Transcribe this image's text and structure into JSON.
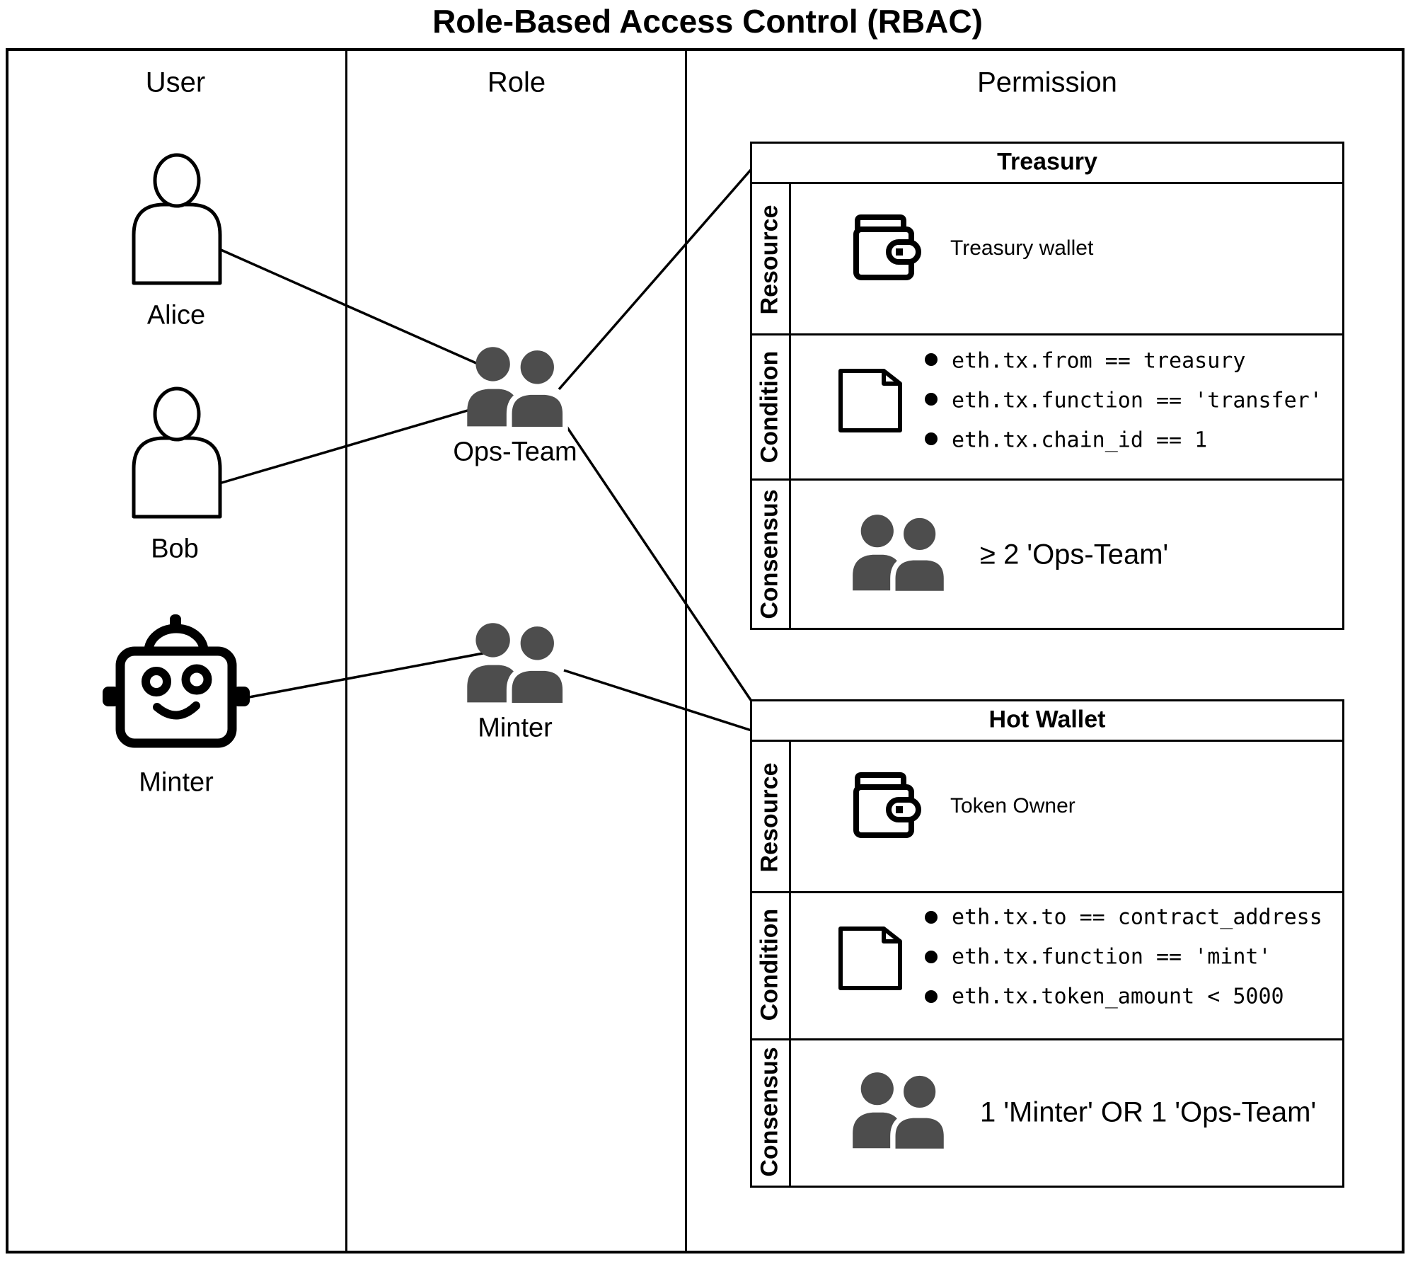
{
  "title": "Role-Based Access Control (RBAC)",
  "columns": {
    "user": "User",
    "role": "Role",
    "permission": "Permission"
  },
  "users": [
    {
      "name": "Alice",
      "icon": "person-icon"
    },
    {
      "name": "Bob",
      "icon": "person-icon"
    },
    {
      "name": "Minter",
      "icon": "robot-icon"
    }
  ],
  "roles": [
    {
      "name": "Ops-Team",
      "icon": "group-icon"
    },
    {
      "name": "Minter",
      "icon": "group-icon"
    }
  ],
  "row_labels": {
    "resource": "Resource",
    "condition": "Condition",
    "consensus": "Consensus"
  },
  "permissions": [
    {
      "title": "Treasury",
      "resource": "Treasury wallet",
      "conditions": [
        "eth.tx.from == treasury",
        "eth.tx.function == 'transfer'",
        "eth.tx.chain_id == 1"
      ],
      "consensus": "≥ 2 'Ops-Team'"
    },
    {
      "title": "Hot Wallet",
      "resource": "Token Owner",
      "conditions": [
        "eth.tx.to == contract_address",
        "eth.tx.function == 'mint'",
        "eth.tx.token_amount < 5000"
      ],
      "consensus": "1 'Minter' OR 1 'Ops-Team'"
    }
  ],
  "edges": [
    {
      "from": "Alice",
      "to": "Ops-Team"
    },
    {
      "from": "Bob",
      "to": "Ops-Team"
    },
    {
      "from": "Minter",
      "to": "Minter"
    },
    {
      "from": "Ops-Team",
      "to": "Treasury"
    },
    {
      "from": "Ops-Team",
      "to": "Hot Wallet"
    },
    {
      "from": "Minter",
      "to": "Hot Wallet"
    }
  ],
  "colors": {
    "line": "#000000",
    "icon_gray": "#4d4d4d",
    "background": "#ffffff"
  }
}
